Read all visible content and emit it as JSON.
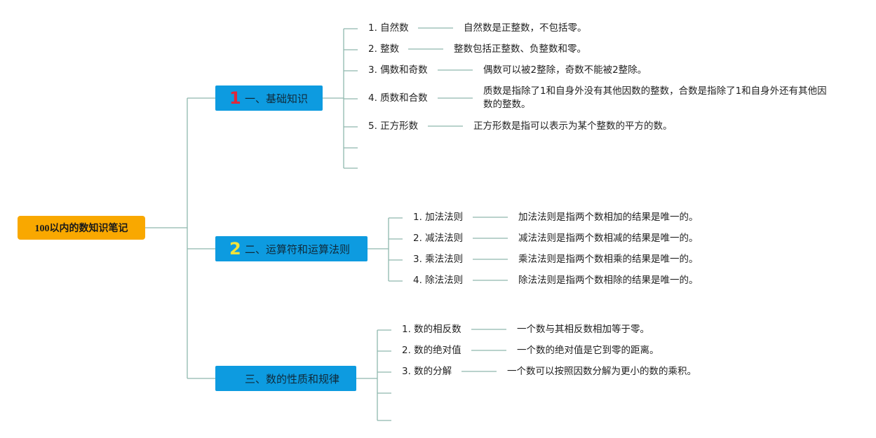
{
  "root": {
    "label": "100以内的数知识笔记"
  },
  "colors": {
    "root": "#f9a800",
    "branch": "#0d9be0",
    "line": "#8fb8ad"
  },
  "branches": [
    {
      "number": "1",
      "label": "一、基础知识",
      "items": [
        {
          "label": "1. 自然数",
          "desc": "自然数是正整数，不包括零。"
        },
        {
          "label": "2. 整数",
          "desc": "整数包括正整数、负整数和零。"
        },
        {
          "label": "3. 偶数和奇数",
          "desc": "偶数可以被2整除，奇数不能被2整除。"
        },
        {
          "label": "4. 质数和合数",
          "desc": "质数是指除了1和自身外没有其他因数的整数，合数是指除了1和自身外还有其他因数的整数。"
        },
        {
          "label": "5. 正方形数",
          "desc": "正方形数是指可以表示为某个整数的平方的数。"
        }
      ]
    },
    {
      "number": "2",
      "label": "二、运算符和运算法则",
      "items": [
        {
          "label": "1. 加法法则",
          "desc": "加法法则是指两个数相加的结果是唯一的。"
        },
        {
          "label": "2. 减法法则",
          "desc": "减法法则是指两个数相减的结果是唯一的。"
        },
        {
          "label": "3. 乘法法则",
          "desc": "乘法法则是指两个数相乘的结果是唯一的。"
        },
        {
          "label": "4. 除法法则",
          "desc": "除法法则是指两个数相除的结果是唯一的。"
        }
      ]
    },
    {
      "number": "",
      "label": "三、数的性质和规律",
      "items": [
        {
          "label": "1. 数的相反数",
          "desc": "一个数与其相反数相加等于零。"
        },
        {
          "label": "2. 数的绝对值",
          "desc": "一个数的绝对值是它到零的距离。"
        },
        {
          "label": "3. 数的分解",
          "desc": "一个数可以按照因数分解为更小的数的乘积。"
        }
      ]
    }
  ]
}
